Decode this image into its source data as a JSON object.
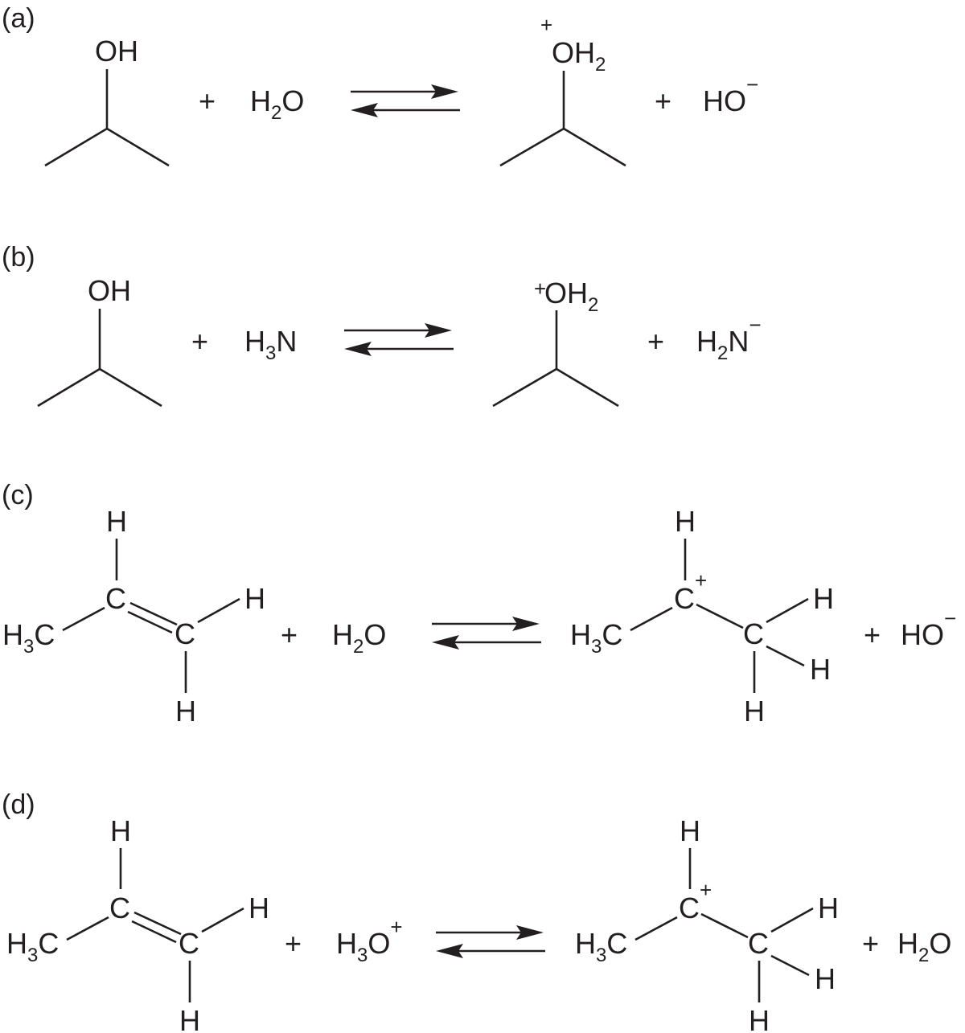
{
  "panels": {
    "a": {
      "label": "(a)",
      "reactant_oh": "OH",
      "plus1": "+",
      "reagent": {
        "main": "H",
        "sub": "2",
        "rest": "O"
      },
      "product_charge": "+",
      "product": {
        "main": "OH",
        "sub": "2"
      },
      "plus2": "+",
      "byproduct": {
        "main": "HO",
        "charge": "−"
      }
    },
    "b": {
      "label": "(b)",
      "reactant_oh": "OH",
      "plus1": "+",
      "reagent": {
        "main": "H",
        "sub": "3",
        "rest": "N"
      },
      "product_charge": "+",
      "product": {
        "main": "OH",
        "sub": "2"
      },
      "plus2": "+",
      "byproduct": {
        "main": "H",
        "sub": "2",
        "rest": "N",
        "charge": "−"
      }
    },
    "c": {
      "label": "(c)",
      "reactant": {
        "h_top": "H",
        "c1": "C",
        "c2": "C",
        "h_right": "H",
        "h_bottom": "H",
        "methyl_main": "H",
        "methyl_sub": "3",
        "methyl_rest": "C"
      },
      "plus1": "+",
      "reagent": {
        "main": "H",
        "sub": "2",
        "rest": "O"
      },
      "product": {
        "h_top": "H",
        "c1": "C",
        "c1_charge": "+",
        "c2": "C",
        "h1": "H",
        "h2": "H",
        "h3": "H",
        "methyl_main": "H",
        "methyl_sub": "3",
        "methyl_rest": "C"
      },
      "plus2": "+",
      "byproduct": {
        "main": "HO",
        "charge": "−"
      }
    },
    "d": {
      "label": "(d)",
      "reactant": {
        "h_top": "H",
        "c1": "C",
        "c2": "C",
        "h_right": "H",
        "h_bottom": "H",
        "methyl_main": "H",
        "methyl_sub": "3",
        "methyl_rest": "C"
      },
      "plus1": "+",
      "reagent": {
        "main": "H",
        "sub": "3",
        "rest": "O",
        "charge": "+"
      },
      "product": {
        "h_top": "H",
        "c1": "C",
        "c1_charge": "+",
        "c2": "C",
        "h1": "H",
        "h2": "H",
        "h3": "H",
        "methyl_main": "H",
        "methyl_sub": "3",
        "methyl_rest": "C"
      },
      "plus2": "+",
      "byproduct": {
        "main": "H",
        "sub": "2",
        "rest": "O"
      }
    }
  }
}
